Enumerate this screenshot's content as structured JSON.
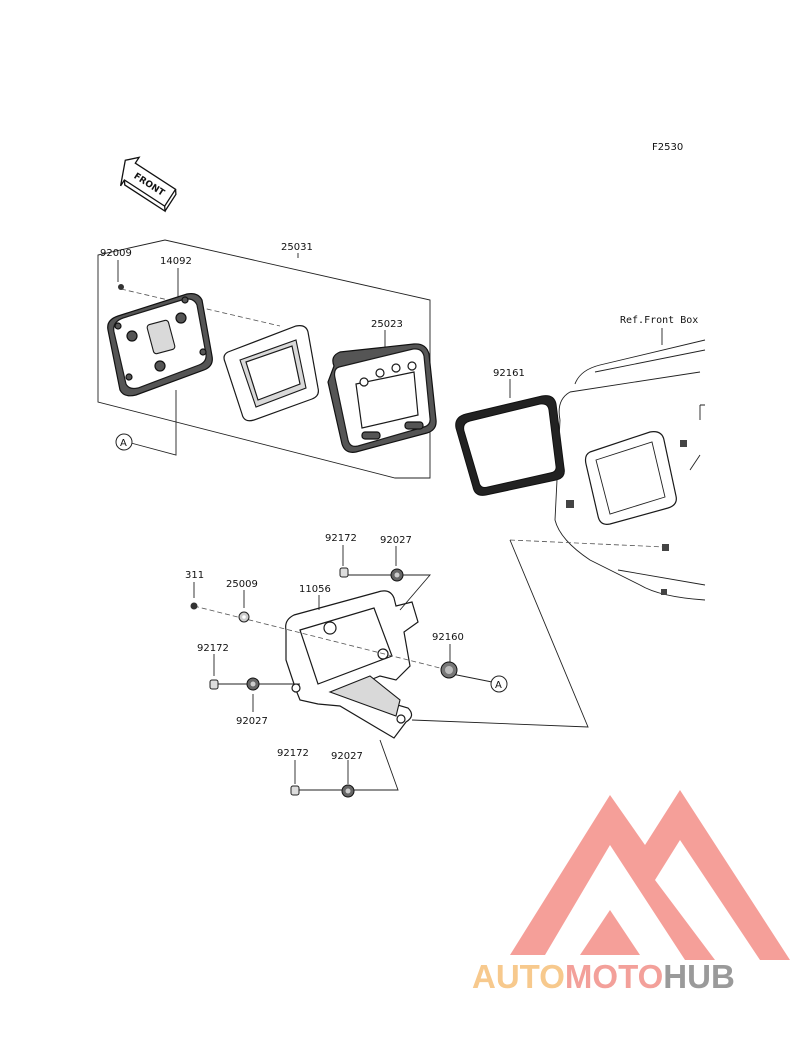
{
  "figure": {
    "code": "F2530",
    "front_arrow": "FRONT",
    "ref_label": "Ref.Front Box"
  },
  "parts": {
    "p92009": "92009",
    "p14092": "14092",
    "p25031": "25031",
    "p25023": "25023",
    "p92161": "92161",
    "callout_a1": "A",
    "callout_a2": "A",
    "p92172_top": "92172",
    "p92027_top": "92027",
    "p311": "311",
    "p25009": "25009",
    "p11056": "11056",
    "p92160": "92160",
    "p92172_mid": "92172",
    "p92027_mid": "92027",
    "p92172_bot": "92172",
    "p92027_bot": "92027"
  },
  "watermark": {
    "part1": "AUTO",
    "part2": "MOTO",
    "part3": "HUB",
    "colors": {
      "part1": "#f7c98d",
      "part2": "#f3a09a",
      "part3": "#9a9a9a",
      "triangle": "#f4958e"
    }
  }
}
